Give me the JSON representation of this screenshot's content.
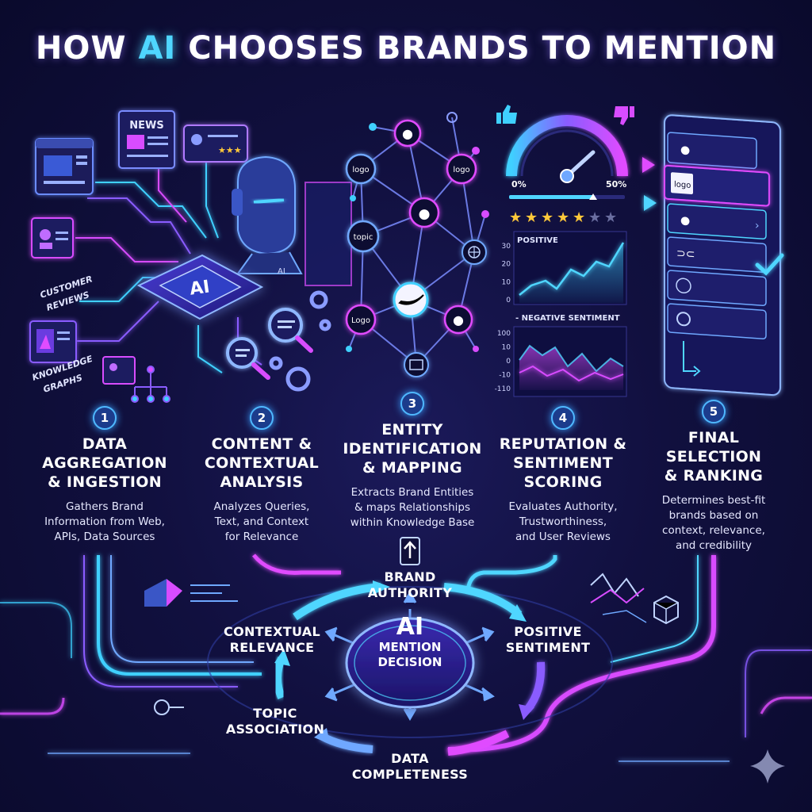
{
  "title": {
    "prefix": "HOW ",
    "accent": "AI",
    "suffix": " CHOOSES BRANDS TO MENTION"
  },
  "illustration": {
    "news": "NEWS",
    "customer_reviews_line1": "CUSTOMER",
    "customer_reviews_line2": "REVIEWS",
    "knowledge_graphs_line1": "KNOWLEDGE",
    "knowledge_graphs_line2": "GRAPHS",
    "chip_label": "AI",
    "robot_label": "AI",
    "node_logo": "logo",
    "node_topic": "topic",
    "node_logo_cap": "Logo",
    "gauge_min": "0%",
    "gauge_max": "50%",
    "positive_label": "POSITIVE",
    "negative_label": "- NEGATIVE SENTIMENT",
    "pos_ticks": [
      "30",
      "20",
      "10",
      "0"
    ],
    "neg_ticks": [
      "100",
      "10",
      "0",
      "-10",
      "-110"
    ],
    "ranking_logo": "logo",
    "rating_stars": 5,
    "rating_max": 7
  },
  "steps": [
    {
      "number": "1",
      "title": [
        "DATA",
        "AGGREGATION",
        "& INGESTION"
      ],
      "desc": [
        "Gathers Brand",
        "Information from Web,",
        "APIs, Data Sources"
      ]
    },
    {
      "number": "2",
      "title": [
        "CONTENT &",
        "CONTEXTUAL",
        "ANALYSIS"
      ],
      "desc": [
        "Analyzes Queries,",
        "Text, and Context",
        "for Relevance"
      ]
    },
    {
      "number": "3",
      "title": [
        "ENTITY",
        "IDENTIFICATION",
        "& MAPPING"
      ],
      "desc": [
        "Extracts Brand Entities",
        "& maps Relationships",
        "within Knowledge Base"
      ]
    },
    {
      "number": "4",
      "title": [
        "REPUTATION &",
        "SENTIMENT",
        "SCORING"
      ],
      "desc": [
        "Evaluates Authority,",
        "Trustworthiness,",
        "and User Reviews"
      ]
    },
    {
      "number": "5",
      "title": [
        "FINAL",
        "SELECTION",
        "& RANKING"
      ],
      "desc": [
        "Determines best-fit",
        "brands based on",
        "context, relevance,",
        "and credibility"
      ]
    }
  ],
  "hub": {
    "big": "AI",
    "line1": "MENTION",
    "line2": "DECISION"
  },
  "factors": {
    "brand_authority": [
      "BRAND",
      "AUTHORITY"
    ],
    "contextual_relevance": [
      "CONTEXTUAL",
      "RELEVANCE"
    ],
    "positive_sentiment": [
      "POSITIVE",
      "SENTIMENT"
    ],
    "topic_association": [
      "TOPIC",
      "ASSOCIATION"
    ],
    "data_completeness": [
      "DATA",
      "COMPLETENESS"
    ]
  },
  "colors": {
    "cyan": "#4fd6ff",
    "magenta": "#d64cff",
    "violet": "#8a5cff",
    "bg": "#11103f"
  }
}
